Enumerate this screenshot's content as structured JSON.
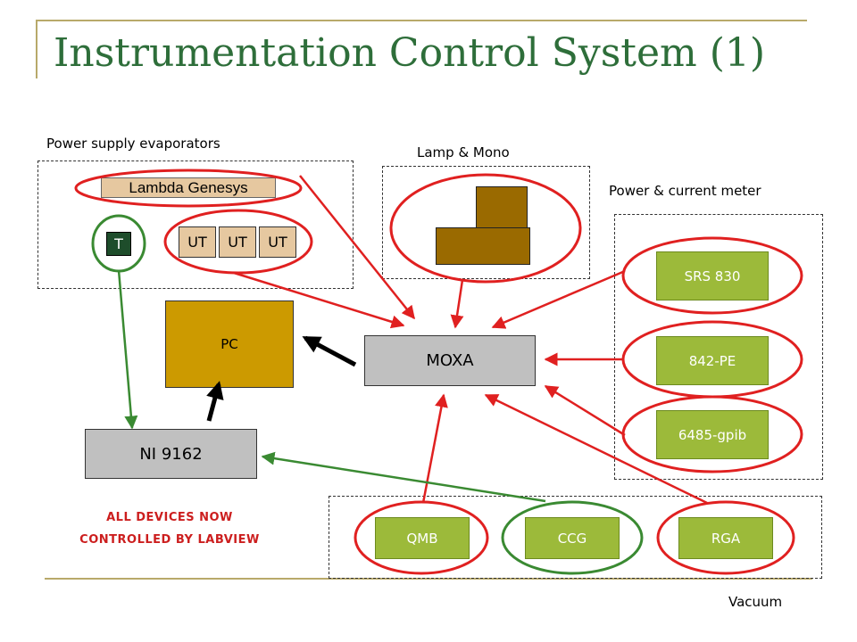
{
  "title": "Instrumentation Control System (1)",
  "groups": {
    "power_supply": "Power supply evaporators",
    "lamp_mono": "Lamp & Mono",
    "power_meter": "Power & current meter",
    "vacuum": "Vacuum"
  },
  "devices": {
    "lambda": "Lambda Genesys",
    "t": "T",
    "ut1": "UT",
    "ut2": "UT",
    "ut3": "UT",
    "pc": "PC",
    "moxa": "MOXA",
    "ni": "NI 9162",
    "srs": "SRS 830",
    "pe842": "842-PE",
    "gpib": "6485-gpib",
    "qmb": "QMB",
    "ccg": "CCG",
    "rga": "RGA"
  },
  "note": {
    "line1": "ALL DEVICES NOW",
    "line2": "CONTROLLED BY LABVIEW"
  },
  "colors": {
    "title": "#2e6e3a",
    "red_link": "#e02020",
    "green_link": "#3a8a32",
    "device_green": "#9cba3a",
    "gray_box": "#c0c0c0",
    "pc": "#cc9a00",
    "lamp": "#9a6a00"
  }
}
